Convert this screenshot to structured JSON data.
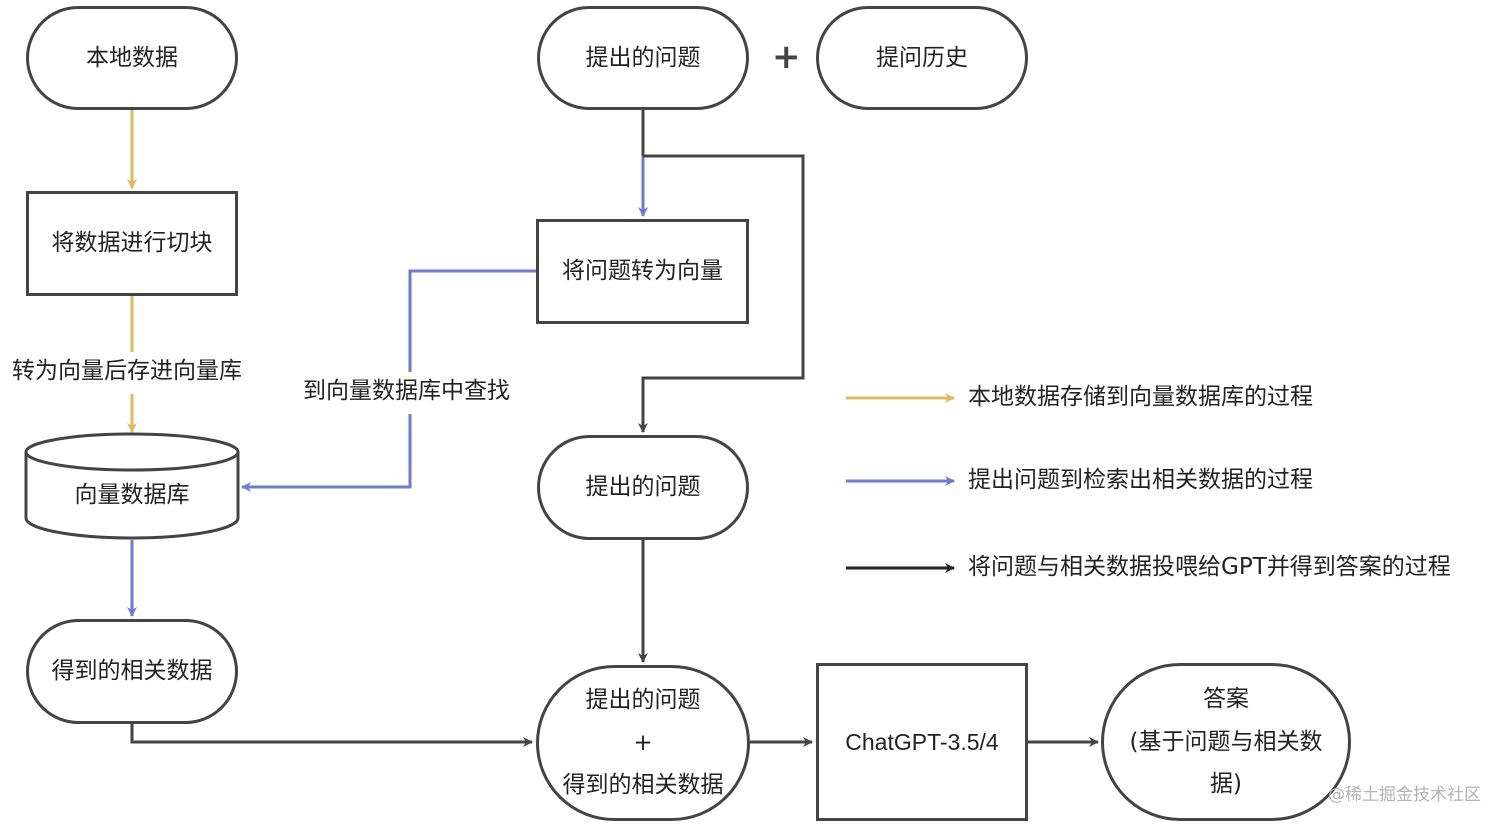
{
  "nodes": {
    "local_data": "本地数据",
    "question_top": "提出的问题",
    "question_history": "提问历史",
    "chunk": "将数据进行切块",
    "to_vector": "将问题转为向量",
    "vector_db": "向量数据库",
    "question_mid": "提出的问题",
    "related_data": "得到的相关数据",
    "combo_line1": "提出的问题",
    "combo_line2": "+",
    "combo_line3": "得到的相关数据",
    "chatgpt": "ChatGPT-3.5/4",
    "answer_line1": "答案",
    "answer_line2": "(基于问题与相关数",
    "answer_line3": "据)"
  },
  "plus_sign": "+",
  "edge_labels": {
    "store": "转为向量后存进向量库",
    "search": "到向量数据库中查找"
  },
  "legend": [
    {
      "label": "本地数据存储到向量数据库的过程",
      "color": "#e0b95c"
    },
    {
      "label": "提出问题到检索出相关数据的过程",
      "color": "#6e7bd6"
    },
    {
      "label": "将问题与相关数据投喂给GPT并得到答案的过程",
      "color": "#222222"
    }
  ],
  "colors": {
    "yellow": "#e0b95c",
    "blue": "#6e7bd6",
    "dark": "#444444"
  },
  "watermark": "@稀土掘金技术社区"
}
